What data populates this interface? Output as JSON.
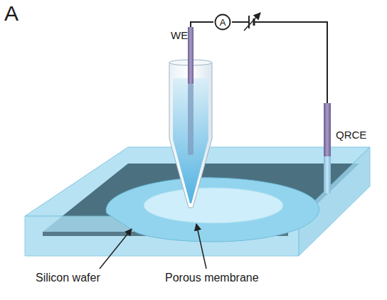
{
  "diagram": {
    "nodes": [
      {
        "text": [
          "A"
        ]
      }
    ],
    "labels": [
      "A",
      "WE",
      "QRCE",
      "Silicon wafer",
      "Porous membrane"
    ]
  }
}
